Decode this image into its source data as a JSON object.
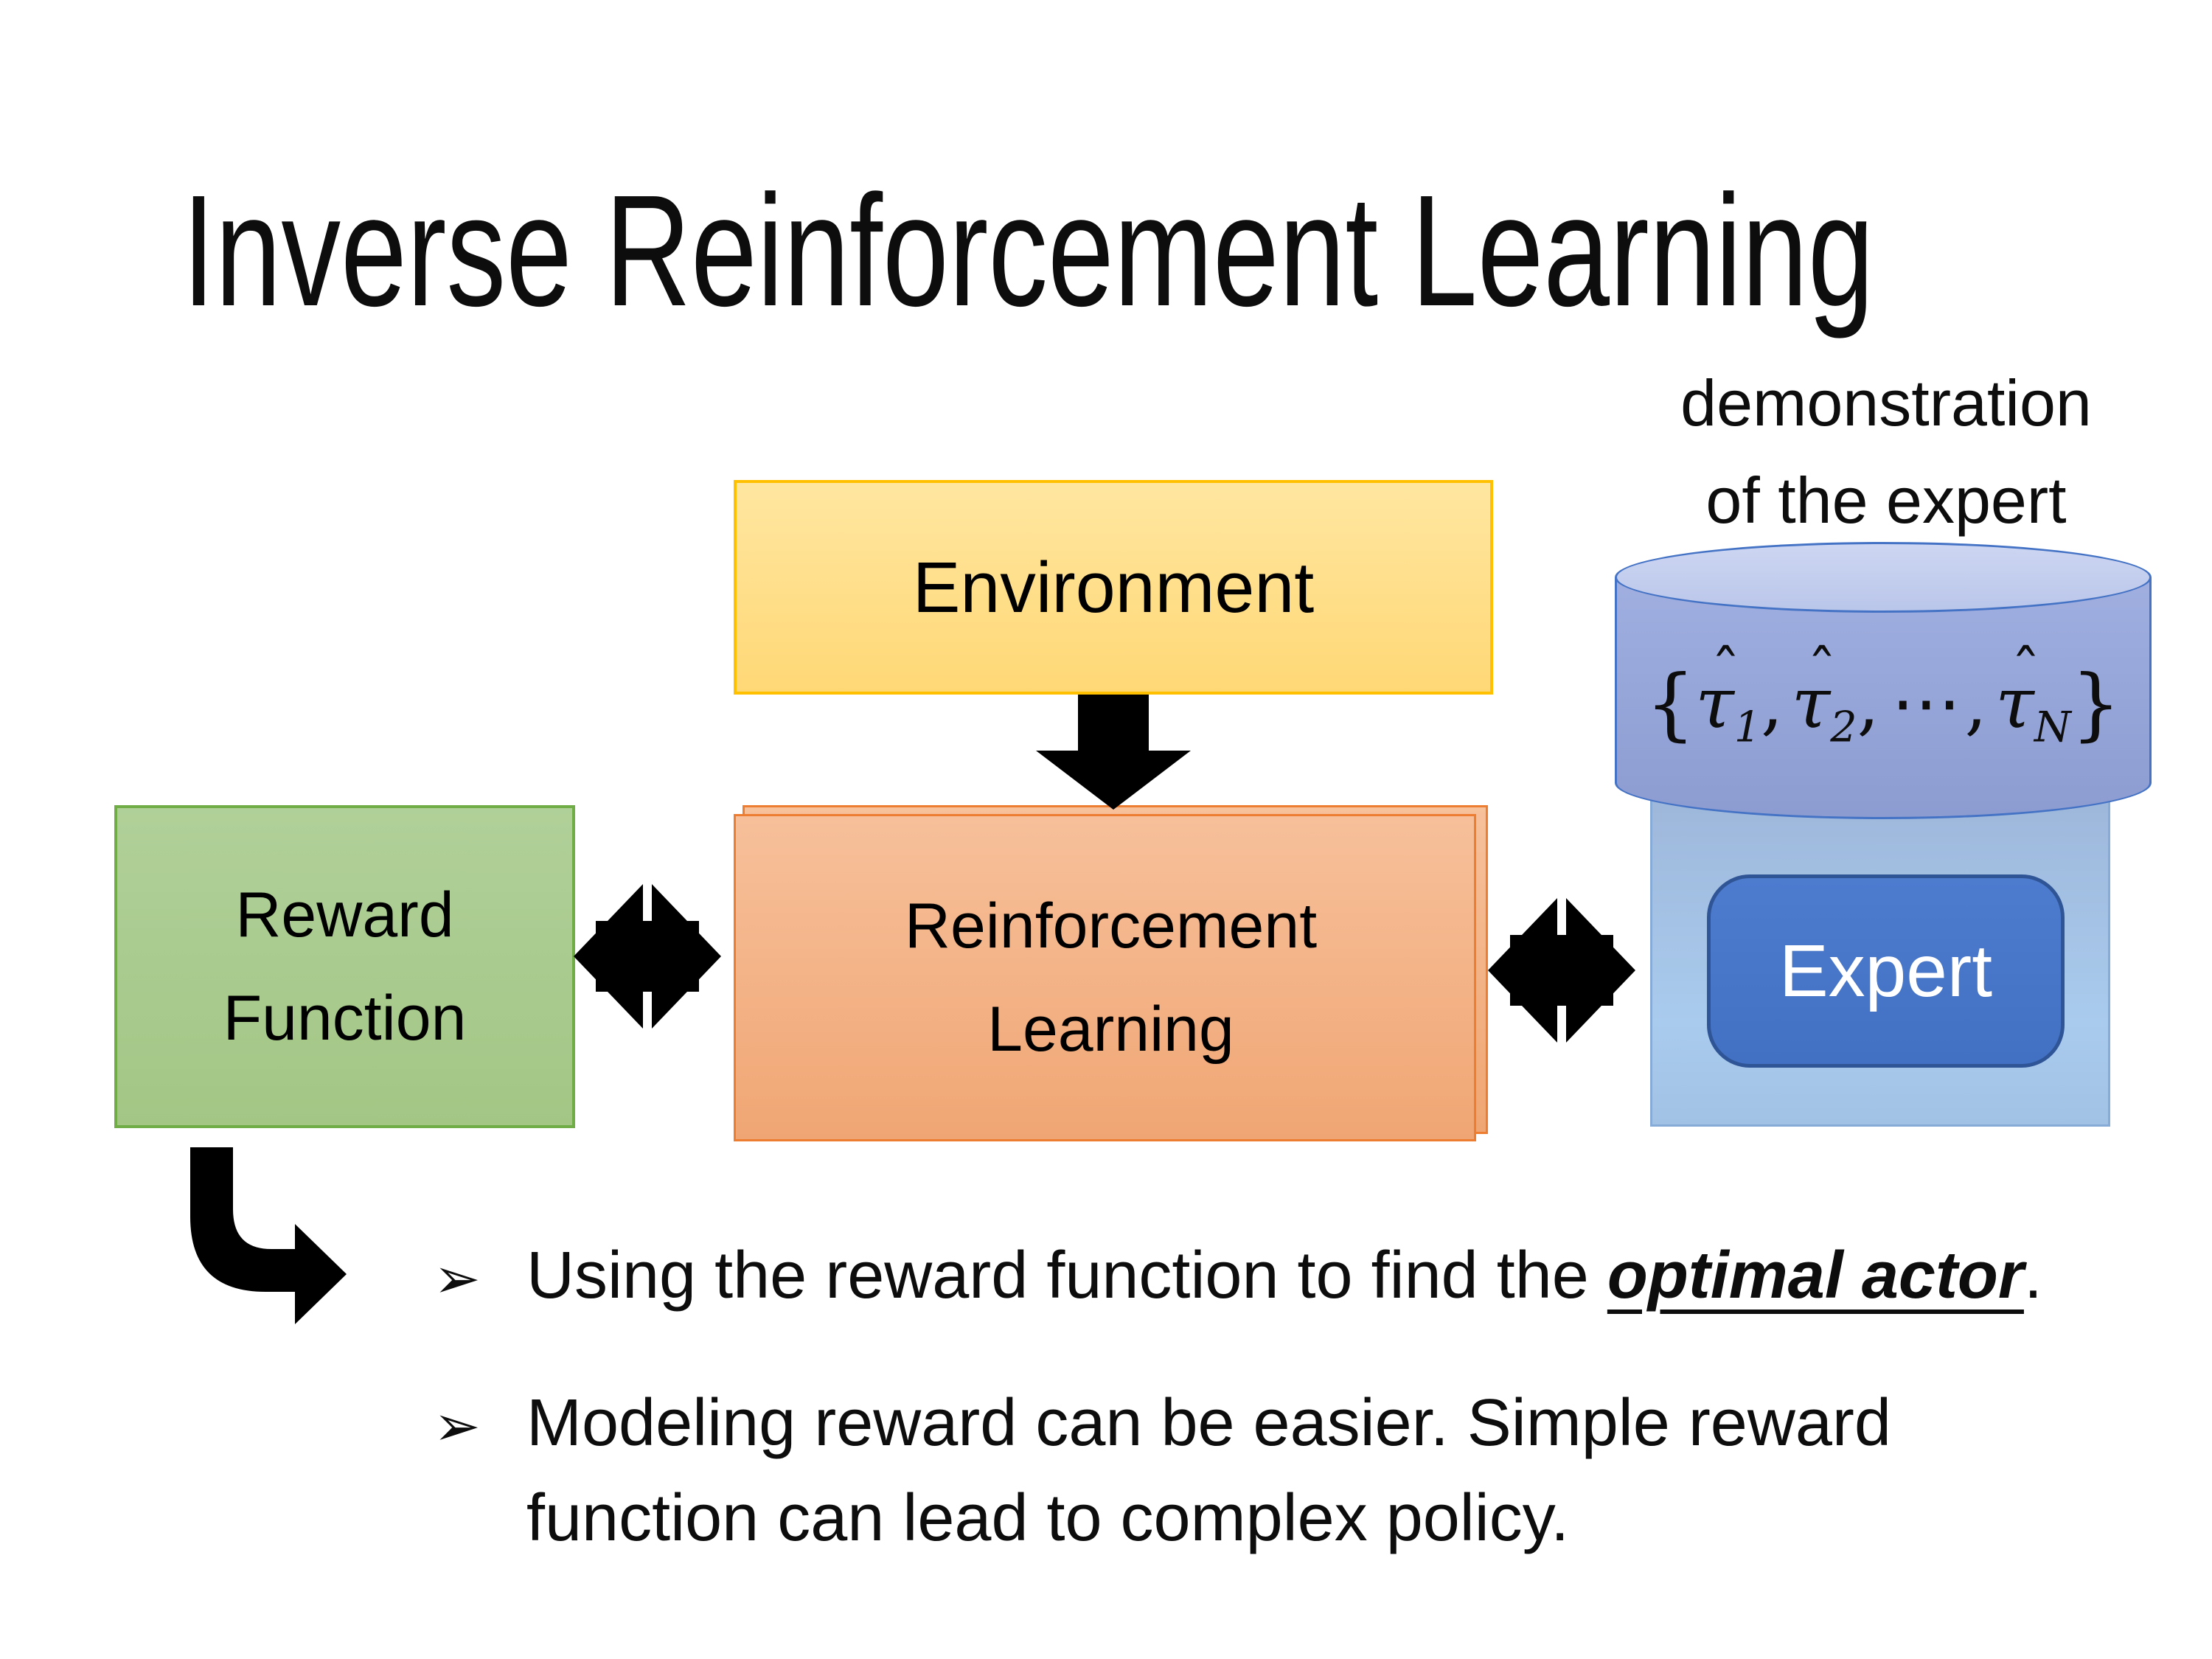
{
  "slide": {
    "title": "Inverse Reinforcement Learning",
    "demo_label": {
      "line1": "demonstration",
      "line2": "of the expert"
    },
    "boxes": {
      "environment": "Environment",
      "reward": {
        "line1": "Reward",
        "line2": "Function"
      },
      "reinforcement": {
        "line1": "Reinforcement",
        "line2": "Learning"
      },
      "expert": "Expert"
    },
    "math": {
      "open_brace": "{",
      "tau": "τ",
      "hat": "ˆ",
      "sub1": "1",
      "sub2": "2",
      "comma": ",",
      "dots": "⋯",
      "subN": "N",
      "close_brace": "}"
    },
    "bullets": {
      "marker": "➢",
      "item1": {
        "text_before": "Using the reward function to find the ",
        "emphasis": "optimal actor",
        "text_after": "."
      },
      "item2": "Modeling reward can be easier. Simple reward function can lead to complex policy."
    },
    "colors": {
      "environment_fill": "#FFD976",
      "environment_border": "#FFC000",
      "reward_fill": "#A9CD8E",
      "reward_border": "#70AD47",
      "reinforcement_fill": "#F4B183",
      "reinforcement_border": "#ED7D31",
      "expert_panel_fill": "#A3C4E8",
      "cylinder_fill": "#95A5D8",
      "cylinder_top_fill": "#C9D3F0",
      "cylinder_border": "#4472C4",
      "expert_fill": "#4472C4",
      "expert_border": "#2F5597",
      "arrow_color": "#000000",
      "text_color": "#0D0D0D",
      "background": "#FFFFFF"
    }
  }
}
